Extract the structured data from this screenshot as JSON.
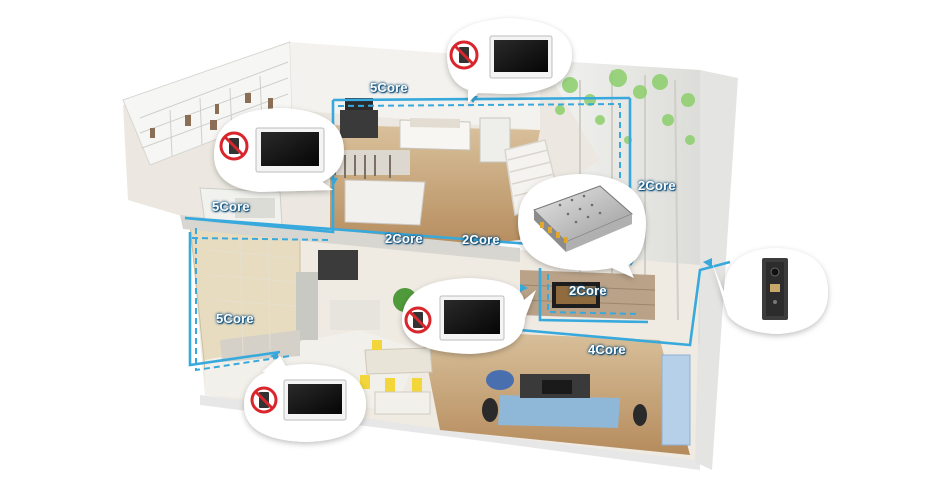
{
  "wiring_labels": {
    "core_5_top": "5Core",
    "core_5_upper_left": "5Core",
    "core_2_top_right": "2Core",
    "core_2_mid_left": "2Core",
    "core_2_mid": "2Core",
    "core_5_lower_left": "5Core",
    "core_2_tv": "2Core",
    "core_4_bottom": "4Core"
  },
  "colors": {
    "wire": "#38a9dc",
    "no_sign": "#d8262c",
    "monitor_bezel": "#f4f4f4",
    "monitor_screen": "#111111"
  },
  "icons": {
    "indoor_monitor": "indoor-monitor-icon",
    "no_phone": "no-phone-sign-icon",
    "power_supply": "power-supply-icon",
    "door_station": "outdoor-door-station-icon"
  }
}
